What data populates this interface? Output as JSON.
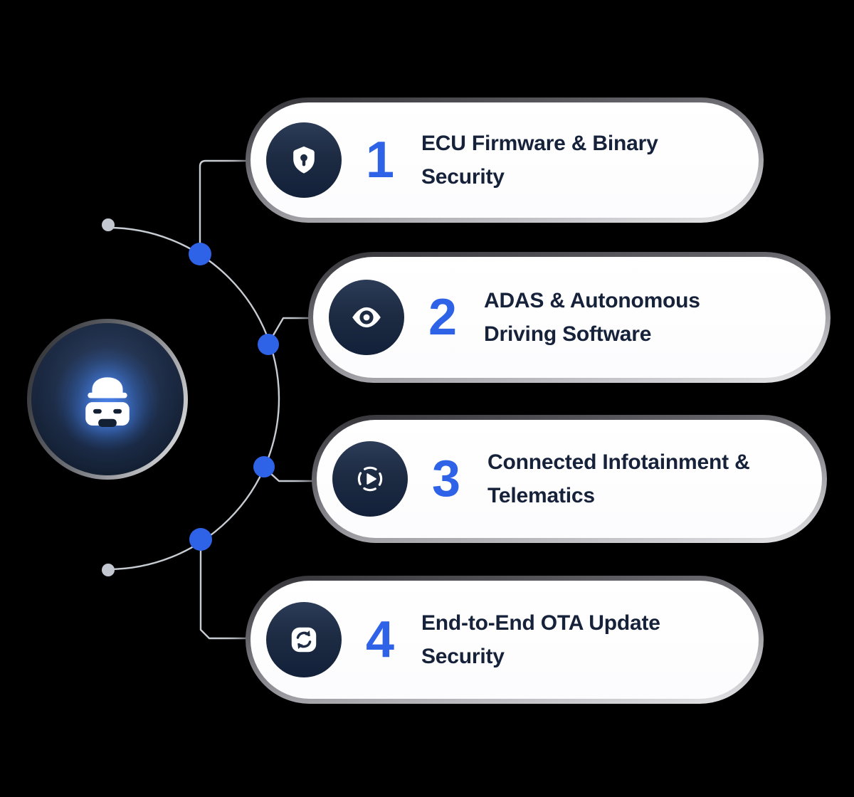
{
  "diagram": {
    "type": "radial-steps-infographic",
    "hub": {
      "icon": "car-icon"
    },
    "items": [
      {
        "number": "1",
        "title_line1": "ECU Firmware & Binary",
        "title_line2": "Security",
        "icon": "shield-lock-icon"
      },
      {
        "number": "2",
        "title_line1": "ADAS & Autonomous",
        "title_line2": "Driving Software",
        "icon": "eye-icon"
      },
      {
        "number": "3",
        "title_line1": "Connected Infotainment &",
        "title_line2": "Telematics",
        "icon": "play-circle-icon"
      },
      {
        "number": "4",
        "title_line1": "End-to-End OTA Update",
        "title_line2": "Security",
        "icon": "sync-icon"
      }
    ],
    "colors": {
      "background": "#000000",
      "accent_blue": "#2e63e7",
      "connector_grey": "#c7ccd3",
      "endpoint_dot_grey": "#c3c8d0",
      "card_background": "#ffffff",
      "card_text": "#16213a",
      "icon_circle_navy": "#1d2b43",
      "glow_blue": "#3b82f6"
    }
  }
}
